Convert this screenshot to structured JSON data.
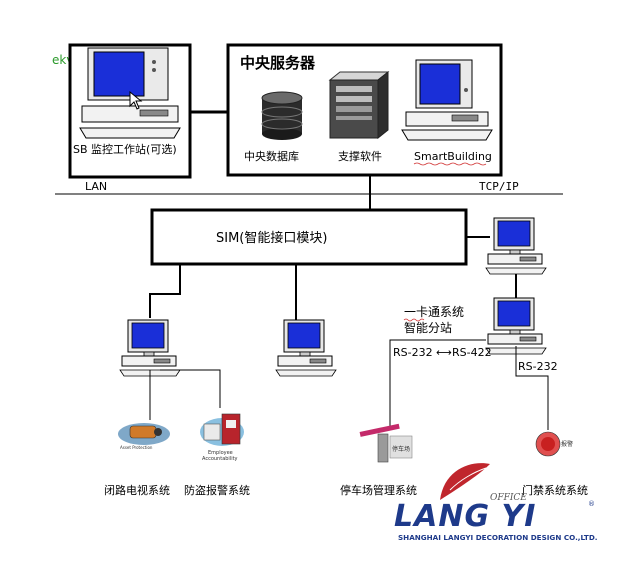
{
  "watermark": "ekv.cn",
  "workstation": {
    "label": "SB 监控工作站(可选)"
  },
  "central_server": {
    "title": "中央服务器",
    "database_label": "中央数据库",
    "software_label": "支撑软件",
    "smartbuilding_label": "SmartBuilding"
  },
  "network": {
    "lan_label": "LAN",
    "tcpip_label": "TCP/IP"
  },
  "sim": {
    "label": "SIM(智能接口模块)"
  },
  "card_system": {
    "label_line1": "一卡通系统",
    "label_line2": "智能分站",
    "rs232_422": "RS-232",
    "rs422": "RS-422",
    "rs232": "RS-232"
  },
  "subsystems": {
    "cctv": "闭路电视系统",
    "alarm": "防盗报警系统",
    "parking": "停车场管理系统",
    "access": "门禁系统系统"
  },
  "icon_captions": {
    "cctv": "Asset Protection",
    "alarm_line1": "Employee",
    "alarm_line2": "Accountability",
    "parking": "停车场",
    "access": "报警"
  },
  "logo": {
    "office_text": "OFFICE",
    "brand": "LANG YI",
    "company": "SHANGHAI LANGYI DECORATION DESIGN CO.,LTD."
  },
  "colors": {
    "screen_blue": "#1a2fd8",
    "logo_blue": "#1e3a8a",
    "logo_red": "#c0262d"
  }
}
